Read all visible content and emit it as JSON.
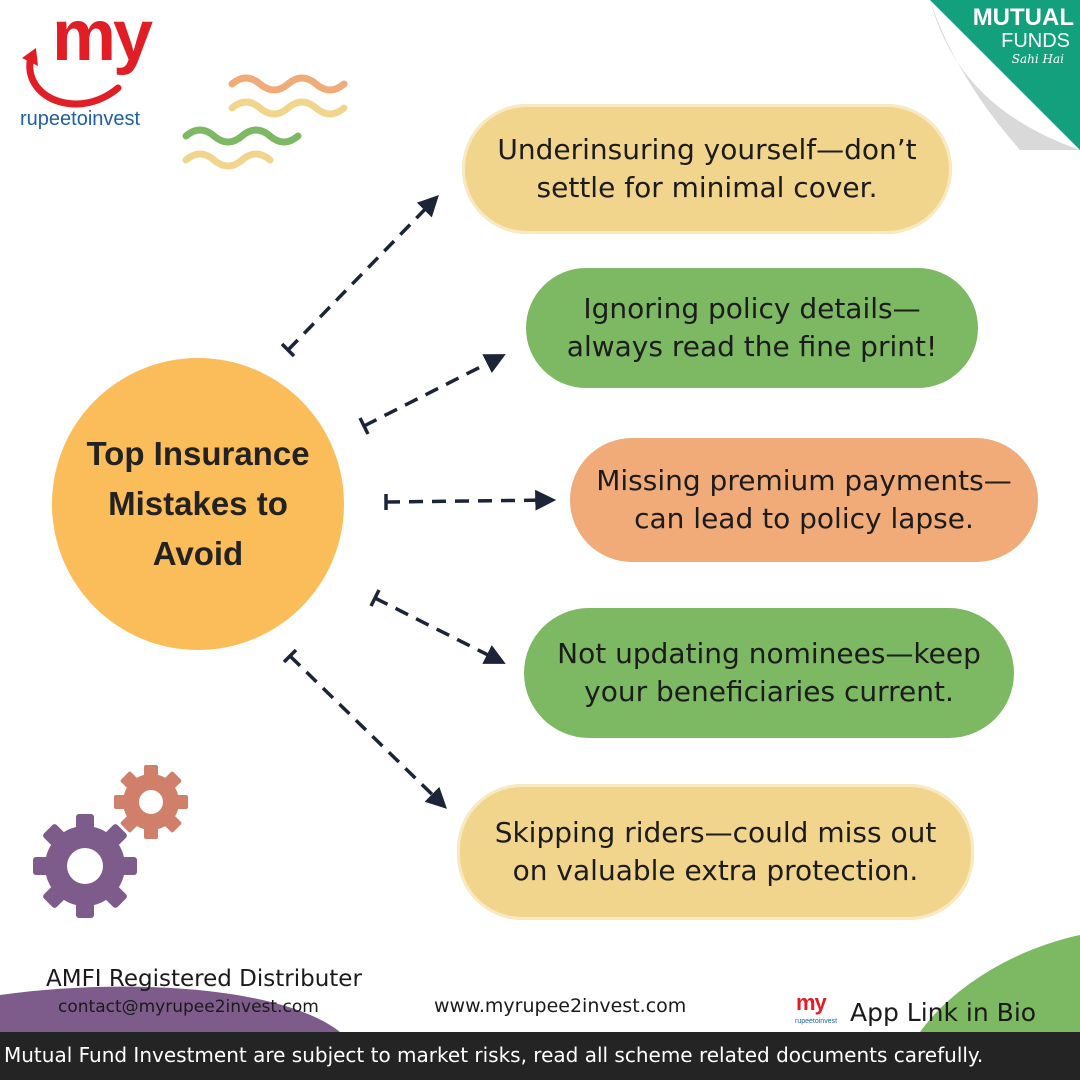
{
  "brand": {
    "logo_mark": "my",
    "logo_text": "rupeetoinvest"
  },
  "badge": {
    "title": "MUTUAL",
    "subtitle": "FUNDS",
    "tagline": "Sahi Hai"
  },
  "main": {
    "title": "Top Insurance Mistakes to Avoid"
  },
  "mistakes": [
    {
      "text": "Underinsuring yourself—don’t settle for minimal cover.",
      "color": "#f2d58d"
    },
    {
      "text": "Ignoring policy details—always read the fine print!",
      "color": "#7db863"
    },
    {
      "text": "Missing premium payments—can lead to policy lapse.",
      "color": "#f0ab79"
    },
    {
      "text": "Not updating nominees—keep your beneficiaries current.",
      "color": "#7db863"
    },
    {
      "text": "Skipping riders—could miss out on valuable extra protection.",
      "color": "#f2d58d"
    }
  ],
  "footer": {
    "amfi": "AMFI Registered Distributer",
    "contact": "contact@myrupee2invest.com",
    "website": "www.myrupee2invest.com",
    "mini_logo_mark": "my",
    "mini_logo_text": "rupeetoinvest",
    "app_link": "App Link in Bio",
    "disclaimer": "Mutual Fund Investment are subject to market risks, read all scheme related documents carefully."
  },
  "colors": {
    "accent_red": "#e11d26",
    "brand_blue": "#1e5fa8",
    "circle": "#fbbd59",
    "green": "#7db863",
    "teal_badge": "#13a07c",
    "purple": "#7d5b8a"
  },
  "icons": [
    "swirl-decoration",
    "gear-icon",
    "arrow-icon"
  ]
}
